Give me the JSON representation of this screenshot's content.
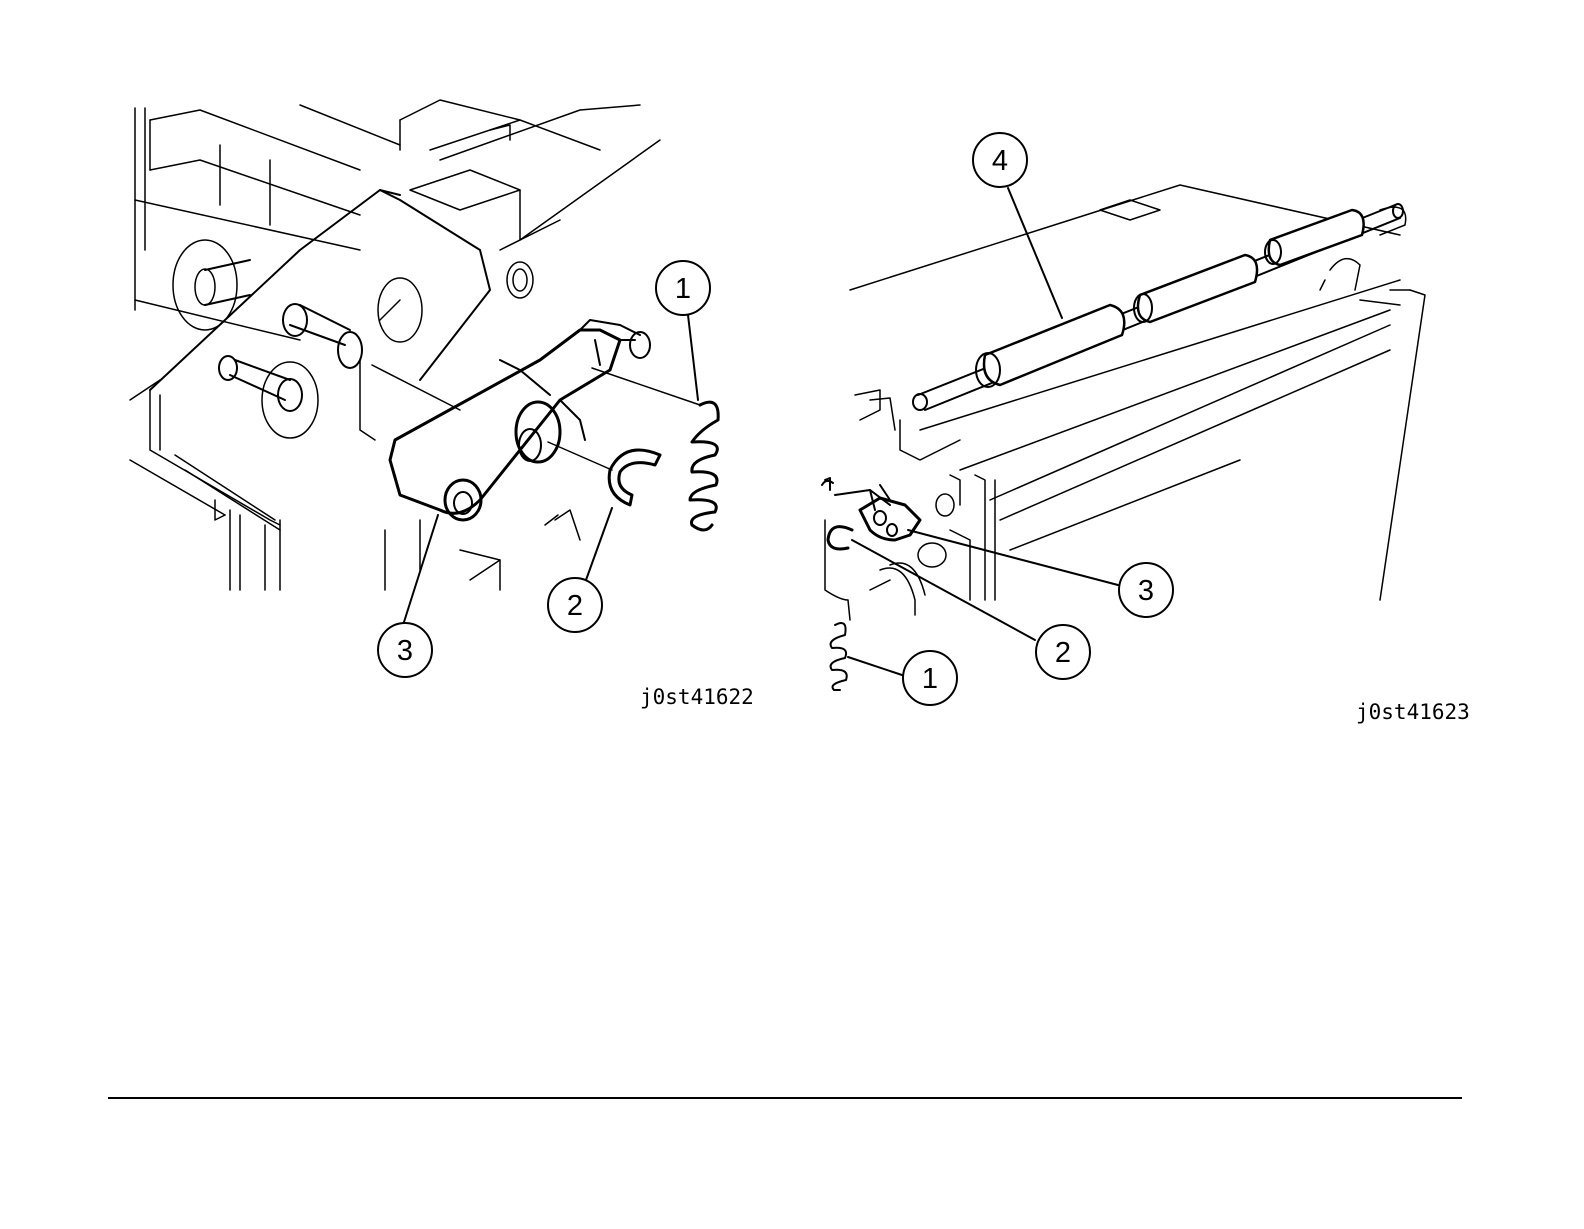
{
  "figures": [
    {
      "id": "j0st41622",
      "callouts": [
        "1",
        "2",
        "3"
      ]
    },
    {
      "id": "j0st41623",
      "callouts": [
        "4",
        "3",
        "2",
        "1"
      ]
    }
  ]
}
